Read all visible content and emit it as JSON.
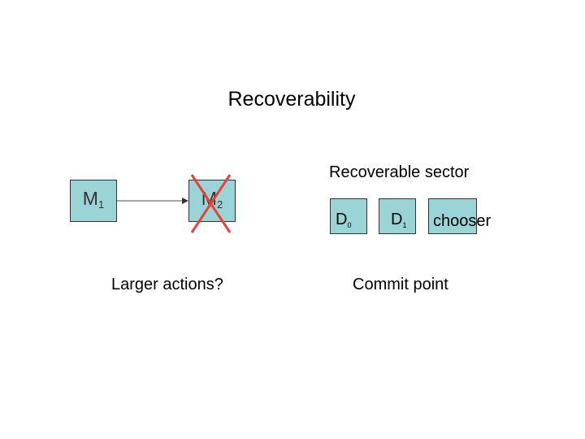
{
  "title": "Recoverability",
  "left_diagram": {
    "m1_label": "M",
    "m1_sub": "1",
    "m2_label": "M",
    "m2_sub": "2",
    "crossed_out": true,
    "cross_color": "#e8413a",
    "box_color": "#9bd4d6"
  },
  "right_diagram": {
    "heading": "Recoverable sector",
    "d0_label": "D",
    "d0_sub": "0",
    "d1_label": "D",
    "d1_sub": "1",
    "chooser_label": "chooser"
  },
  "captions": {
    "left": "Larger actions?",
    "right": "Commit point"
  }
}
